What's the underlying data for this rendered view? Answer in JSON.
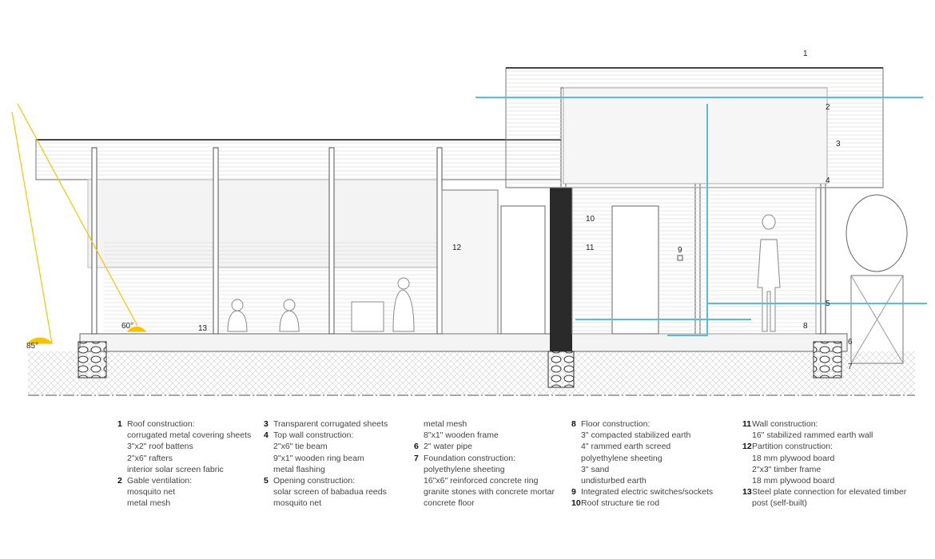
{
  "drawing": {
    "callouts": [
      "1",
      "2",
      "3",
      "4",
      "5",
      "6",
      "7",
      "8",
      "9",
      "10",
      "11",
      "12",
      "13"
    ],
    "angles": [
      "85°",
      "60°"
    ],
    "colors": {
      "sun": "#f5c400",
      "airflow": "#5bbcd6",
      "wall": "#2a2a2a",
      "line": "#555555"
    }
  },
  "legend": {
    "col1": [
      {
        "num": "1",
        "lines": [
          "Roof construction:",
          "corrugated metal covering sheets",
          "3\"x2\" roof battens",
          "2\"x6\" rafters",
          "interior solar screen fabric"
        ]
      },
      {
        "num": "2",
        "lines": [
          "Gable ventilation:",
          "mosquito net",
          "metal mesh"
        ]
      }
    ],
    "col2": [
      {
        "num": "3",
        "lines": [
          "Transparent corrugated sheets"
        ]
      },
      {
        "num": "4",
        "lines": [
          "Top wall construction:",
          "2\"x6\" tie beam",
          "9\"x1\" wooden ring beam",
          "metal flashing"
        ]
      },
      {
        "num": "5",
        "lines": [
          "Opening construction:",
          "solar screen of babadua reeds",
          "mosquito net"
        ]
      }
    ],
    "col3_cont": [
      "metal mesh",
      "8\"x1\" wooden frame"
    ],
    "col3": [
      {
        "num": "6",
        "lines": [
          "2\" water pipe"
        ]
      },
      {
        "num": "7",
        "lines": [
          "Foundation construction:",
          "polyethylene sheeting",
          "16\"x6\" reinforced concrete ring",
          "granite stones with concrete mortar",
          "concrete floor"
        ]
      }
    ],
    "col4": [
      {
        "num": "8",
        "lines": [
          "Floor construction:",
          "3\" compacted stabilized earth",
          "4\" rammed earth screed",
          "polyethylene sheeting",
          "3\" sand",
          "undisturbed earth"
        ]
      },
      {
        "num": "9",
        "lines": [
          "Integrated electric switches/sockets"
        ]
      },
      {
        "num": "10",
        "lines": [
          "Roof structure tie rod"
        ]
      }
    ],
    "col5": [
      {
        "num": "11",
        "lines": [
          "Wall construction:",
          "16\" stabilized rammed earth wall"
        ]
      },
      {
        "num": "12",
        "lines": [
          "Partition construction:",
          "18 mm plywood board",
          "2\"x3\" timber frame",
          "18 mm plywood board"
        ]
      },
      {
        "num": "13",
        "lines": [
          "Steel plate connection for elevated timber",
          "post (self-built)"
        ]
      }
    ]
  }
}
